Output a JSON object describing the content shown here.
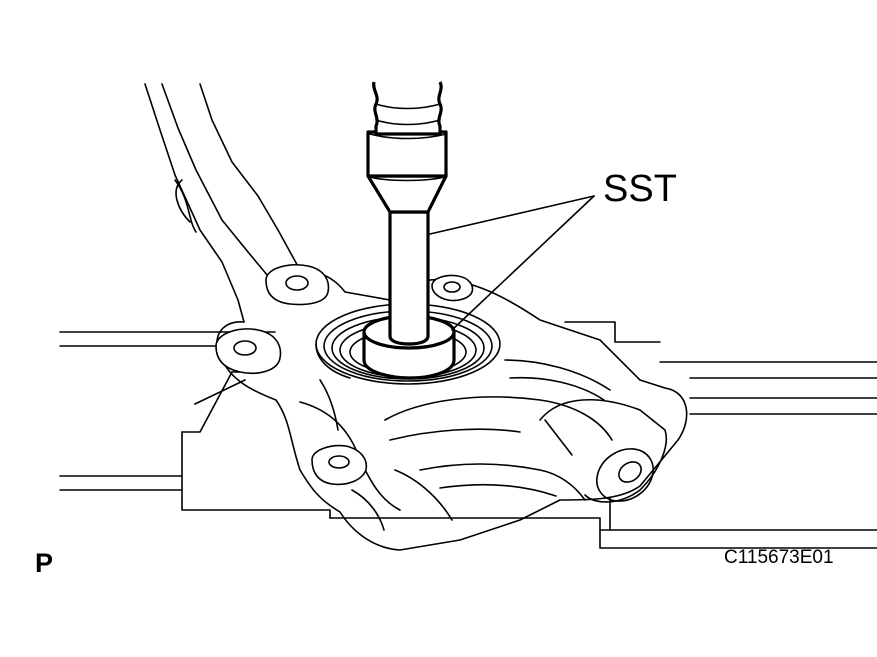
{
  "labels": {
    "tool": "SST",
    "view": "P",
    "figure_code": "C115673E01"
  },
  "colors": {
    "line": "#000000",
    "background": "#ffffff"
  }
}
